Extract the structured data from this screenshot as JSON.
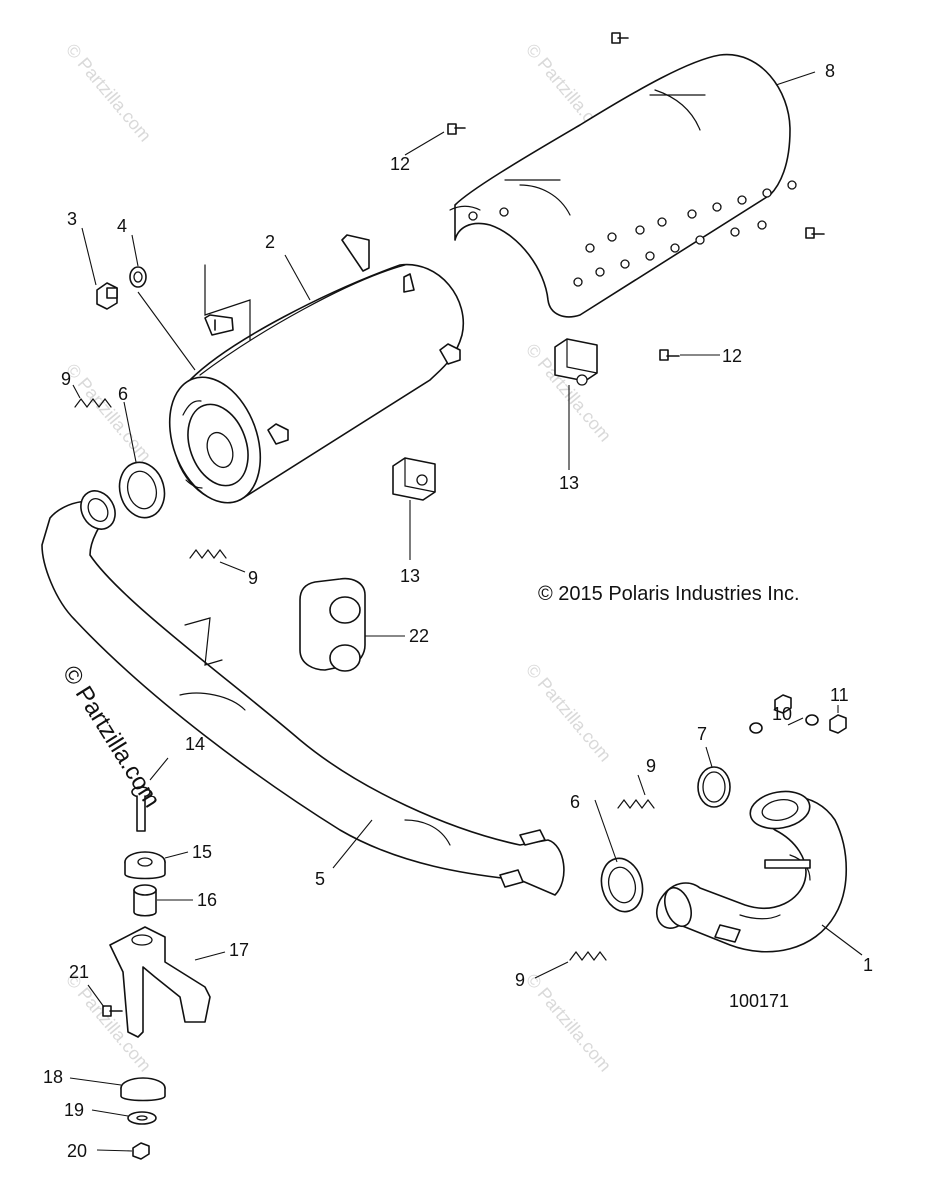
{
  "copyright": "© 2015 Polaris Industries Inc.",
  "reference_number": "100171",
  "watermark": "© Partzilla.com",
  "callouts": {
    "c1": "1",
    "c2": "2",
    "c3": "3",
    "c4": "4",
    "c5": "5",
    "c6": "6",
    "c7": "7",
    "c8": "8",
    "c9": "9",
    "c10": "10",
    "c11": "11",
    "c12": "12",
    "c13": "13",
    "c14": "14",
    "c15": "15",
    "c16": "16",
    "c17": "17",
    "c18": "18",
    "c19": "19",
    "c20": "20",
    "c21": "21",
    "c22": "22"
  }
}
